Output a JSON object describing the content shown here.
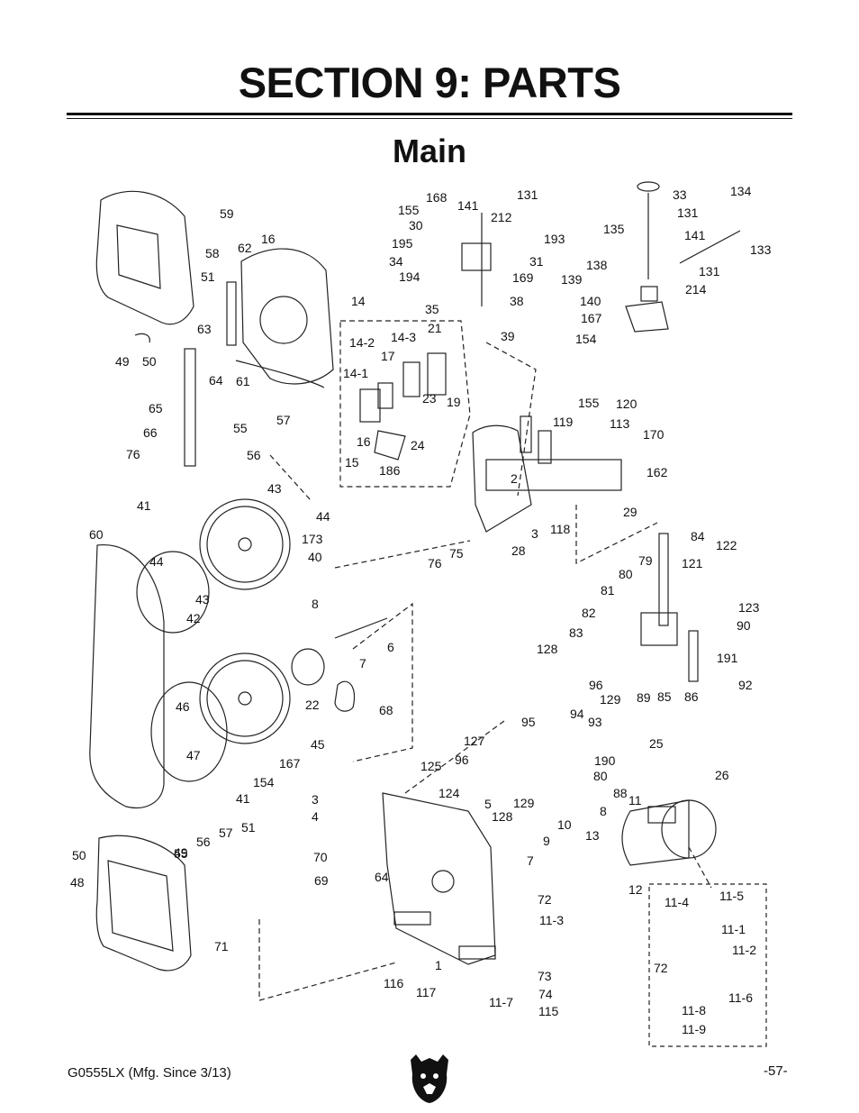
{
  "header": {
    "section_title": "SECTION 9: PARTS",
    "subtitle": "Main"
  },
  "labels": [
    "59",
    "58",
    "51",
    "62",
    "16",
    "63",
    "49",
    "50",
    "64",
    "61",
    "65",
    "55",
    "57",
    "66",
    "56",
    "76",
    "168",
    "131",
    "155",
    "141",
    "212",
    "30",
    "195",
    "193",
    "31",
    "34",
    "194",
    "169",
    "35",
    "38",
    "39",
    "14",
    "21",
    "14-2",
    "14-3",
    "17",
    "14-1",
    "23",
    "19",
    "16",
    "24",
    "15",
    "186",
    "33",
    "134",
    "131",
    "135",
    "141",
    "133",
    "138",
    "131",
    "139",
    "214",
    "140",
    "167",
    "154",
    "155",
    "120",
    "119",
    "113",
    "170",
    "162",
    "2",
    "29",
    "3",
    "118",
    "28",
    "75",
    "76",
    "43",
    "44",
    "41",
    "173",
    "40",
    "60",
    "44",
    "43",
    "42",
    "8",
    "6",
    "7",
    "22",
    "68",
    "84",
    "122",
    "79",
    "121",
    "80",
    "81",
    "123",
    "82",
    "90",
    "83",
    "128",
    "191",
    "96",
    "129",
    "89",
    "85",
    "86",
    "92",
    "46",
    "47",
    "45",
    "167",
    "154",
    "41",
    "95",
    "94",
    "93",
    "127",
    "25",
    "96",
    "190",
    "80",
    "26",
    "125",
    "124",
    "129",
    "88",
    "3",
    "4",
    "5",
    "128",
    "11",
    "8",
    "10",
    "9",
    "13",
    "7",
    "70",
    "69",
    "64",
    "12",
    "50",
    "55",
    "56",
    "57",
    "51",
    "49",
    "48",
    "71",
    "72",
    "11-3",
    "11-4",
    "11-5",
    "11-1",
    "11-2",
    "72",
    "73",
    "74",
    "115",
    "116",
    "117",
    "1",
    "11-7",
    "11-6",
    "11-8",
    "11-9"
  ],
  "footer": {
    "model": "G0555LX (Mfg. Since 3/13)",
    "page_number": "-57-"
  },
  "logo": {
    "icon": "bear-head-icon",
    "color": "#111111"
  }
}
